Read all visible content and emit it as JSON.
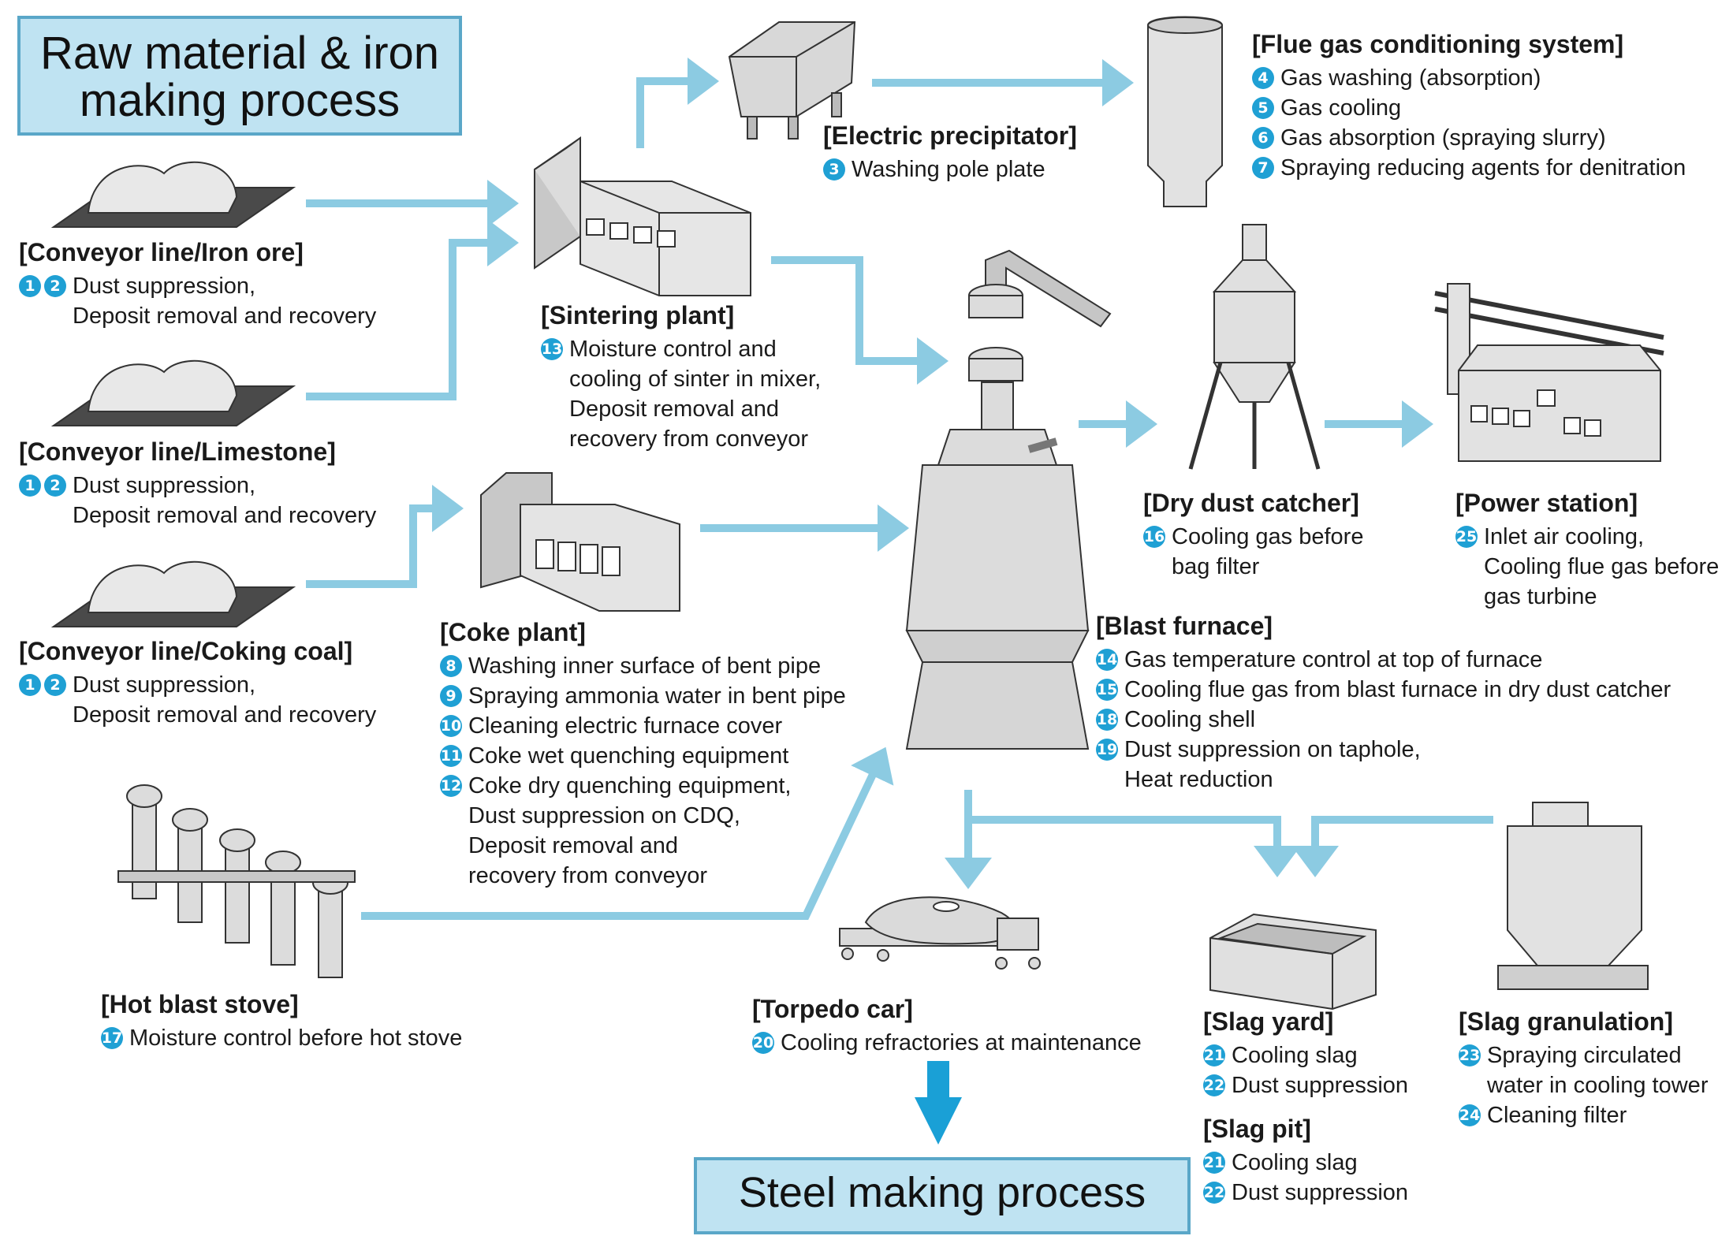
{
  "title_box": {
    "line1": "Raw material & iron",
    "line2": "making process"
  },
  "footer_box": {
    "label": "Steel making process"
  },
  "colors": {
    "arrow": "#8ccbe2",
    "accent": "#1fa0d4",
    "box_fill": "#bfe3f2",
    "box_border": "#5aa7c8",
    "equipment": "#d9d9d9"
  },
  "sections": {
    "iron_ore": {
      "heading": "[Conveyor line/Iron ore]",
      "items": [
        {
          "nums": [
            "1",
            "2"
          ],
          "text": "Dust suppression,\nDeposit removal and recovery"
        }
      ]
    },
    "limestone": {
      "heading": "[Conveyor line/Limestone]",
      "items": [
        {
          "nums": [
            "1",
            "2"
          ],
          "text": "Dust suppression,\nDeposit removal and recovery"
        }
      ]
    },
    "coking_coal": {
      "heading": "[Conveyor line/Coking coal]",
      "items": [
        {
          "nums": [
            "1",
            "2"
          ],
          "text": "Dust suppression,\nDeposit removal and recovery"
        }
      ]
    },
    "sintering": {
      "heading": "[Sintering plant]",
      "items": [
        {
          "nums": [
            "13"
          ],
          "text": "Moisture control and\ncooling of sinter in mixer,\nDeposit removal and\nrecovery from conveyor"
        }
      ]
    },
    "electric_precipitator": {
      "heading": "[Electric precipitator]",
      "items": [
        {
          "nums": [
            "3"
          ],
          "text": "Washing pole plate"
        }
      ]
    },
    "flue_gas": {
      "heading": "[Flue gas conditioning system]",
      "items": [
        {
          "nums": [
            "4"
          ],
          "text": "Gas washing (absorption)"
        },
        {
          "nums": [
            "5"
          ],
          "text": "Gas cooling"
        },
        {
          "nums": [
            "6"
          ],
          "text": "Gas absorption (spraying slurry)"
        },
        {
          "nums": [
            "7"
          ],
          "text": "Spraying reducing agents for denitration"
        }
      ]
    },
    "coke_plant": {
      "heading": "[Coke plant]",
      "items": [
        {
          "nums": [
            "8"
          ],
          "text": "Washing inner surface of bent pipe"
        },
        {
          "nums": [
            "9"
          ],
          "text": "Spraying ammonia water in bent pipe"
        },
        {
          "nums": [
            "10"
          ],
          "text": "Cleaning electric furnace cover"
        },
        {
          "nums": [
            "11"
          ],
          "text": "Coke wet quenching equipment"
        },
        {
          "nums": [
            "12"
          ],
          "text": "Coke dry quenching equipment,\nDust suppression on CDQ,\nDeposit removal and\nrecovery from conveyor"
        }
      ]
    },
    "dry_dust_catcher": {
      "heading": "[Dry dust catcher]",
      "items": [
        {
          "nums": [
            "16"
          ],
          "text": "Cooling gas before\nbag filter"
        }
      ]
    },
    "power_station": {
      "heading": "[Power station]",
      "items": [
        {
          "nums": [
            "25"
          ],
          "text": "Inlet air cooling,\nCooling flue gas before\ngas turbine"
        }
      ]
    },
    "blast_furnace": {
      "heading": "[Blast furnace]",
      "items": [
        {
          "nums": [
            "14"
          ],
          "text": "Gas temperature control at top of furnace"
        },
        {
          "nums": [
            "15"
          ],
          "text": "Cooling flue gas from blast furnace in dry dust catcher"
        },
        {
          "nums": [
            "18"
          ],
          "text": "Cooling shell"
        },
        {
          "nums": [
            "19"
          ],
          "text": "Dust suppression on taphole,\nHeat reduction"
        }
      ]
    },
    "hot_blast_stove": {
      "heading": "[Hot blast stove]",
      "items": [
        {
          "nums": [
            "17"
          ],
          "text": "Moisture control before hot stove"
        }
      ]
    },
    "torpedo_car": {
      "heading": "[Torpedo car]",
      "items": [
        {
          "nums": [
            "20"
          ],
          "text": "Cooling refractories at maintenance"
        }
      ]
    },
    "slag_yard": {
      "heading": "[Slag yard]",
      "items": [
        {
          "nums": [
            "21"
          ],
          "text": "Cooling slag"
        },
        {
          "nums": [
            "22"
          ],
          "text": "Dust suppression"
        }
      ]
    },
    "slag_pit": {
      "heading": "[Slag pit]",
      "items": [
        {
          "nums": [
            "21"
          ],
          "text": "Cooling slag"
        },
        {
          "nums": [
            "22"
          ],
          "text": "Dust suppression"
        }
      ]
    },
    "slag_granulation": {
      "heading": "[Slag granulation]",
      "items": [
        {
          "nums": [
            "23"
          ],
          "text": "Spraying circulated\nwater in cooling tower"
        },
        {
          "nums": [
            "24"
          ],
          "text": "Cleaning filter"
        }
      ]
    }
  }
}
